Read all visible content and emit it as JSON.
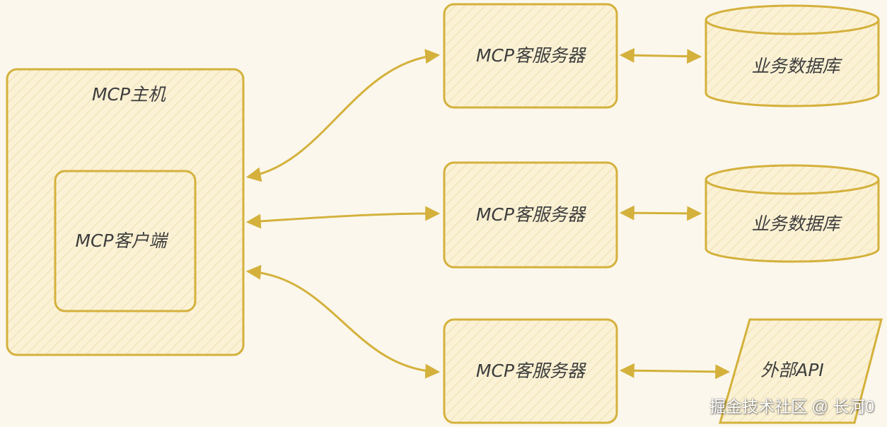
{
  "diagram": {
    "host": {
      "label": "MCP主机"
    },
    "client": {
      "label": "MCP客户端"
    },
    "servers": [
      {
        "label": "MCP客服务器"
      },
      {
        "label": "MCP客服务器"
      },
      {
        "label": "MCP客服务器"
      }
    ],
    "resources": [
      {
        "label": "业务数据库",
        "kind": "database"
      },
      {
        "label": "业务数据库",
        "kind": "database"
      },
      {
        "label": "外部API",
        "kind": "external-api"
      }
    ]
  },
  "watermark": "掘金技术社区 @ 长河0",
  "colors": {
    "background": "#fbf7ec",
    "stroke": "#d4b13c",
    "fill": "#fbf2d6",
    "hatch": "#f1e4bb",
    "text": "#3d3d3d"
  }
}
